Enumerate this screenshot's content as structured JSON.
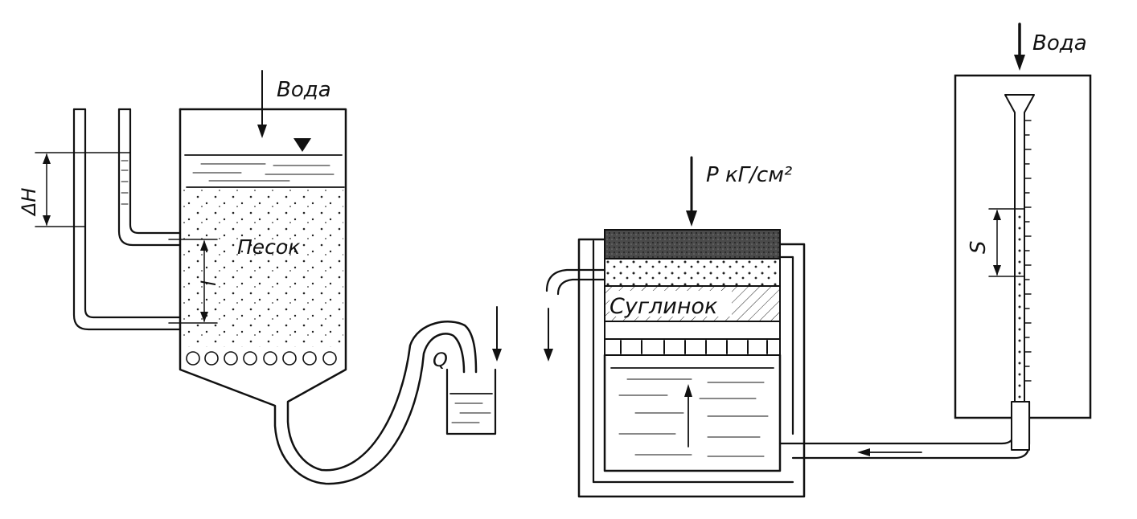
{
  "labels": {
    "water_left": "Вода",
    "sand": "Песок",
    "delta_h": "ΔH",
    "l": "l",
    "q": "Q",
    "pressure": "P кГ/см²",
    "loam": "Суглинок",
    "water_right": "Вода",
    "s": "S"
  }
}
